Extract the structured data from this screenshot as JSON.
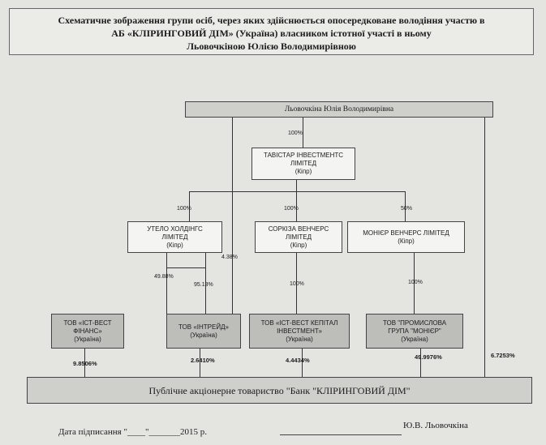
{
  "title": {
    "line1": "Схематичне зображення групи осіб, через яких здійснюється опосередковане володіння участю в",
    "line2": "АБ «КЛІРИНГОВИЙ ДІМ» (Україна)  власником  істотної участі в ньому",
    "line3": "Льовочкіною Юлією Володимирівною"
  },
  "owner": {
    "name": "Льовочкіна Юлія Володимирівна"
  },
  "tavistar": {
    "line1": "ТАВІСТАР ІНВЕСТМЕНТС",
    "line2": "ЛІМІТЕД",
    "country": "(Кіпр)"
  },
  "utelo": {
    "line1": "УТЕЛО ХОЛДІНГС",
    "line2": "ЛІМІТЕД",
    "country": "(Кіпр)"
  },
  "sorkiza": {
    "line1": "СОРКІЗА ВЕНЧЕРС",
    "line2": "ЛІМІТЕД",
    "country": "(Кіпр)"
  },
  "monier_ventures": {
    "line1": "МОНІЄР ВЕНЧЕРС ЛІМІТЕД",
    "country": "(Кіпр)"
  },
  "ist_finans": {
    "line1": "ТОВ «ІСТ-ВЕСТ",
    "line2": "ФІНАНС»",
    "country": "(Україна)"
  },
  "intreid": {
    "line1": "ТОВ «ІНТРЕЙД»",
    "country": "(Україна)"
  },
  "ist_capital": {
    "line1": "ТОВ «ІСТ-ВЕСТ КЕПІТАЛ",
    "line2": "ІНВЕСТМЕНТ»",
    "country": "(Україна)"
  },
  "prom_group": {
    "line1": "ТОВ \"ПРОМИСЛОВА",
    "line2": "ГРУПА \"МОНІЄР\"",
    "country": "(Україна)"
  },
  "bank": {
    "name": "Публічне акціонерне товариство  \"Банк \"КЛІРИНГОВИЙ ДІМ\""
  },
  "percents": {
    "owner_tavistar": "100%",
    "tavistar_utelo": "100%",
    "tavistar_sorkiza": "100%",
    "tavistar_monier": "50%",
    "owner_intreid": "4.38%",
    "utelo_ist_finans": "49.88%",
    "utelo_intreid": "95.13%",
    "sorkiza_capital": "100%",
    "monier_prom": "100%",
    "ist_finans_bank": "9.8506%",
    "intreid_bank": "2.6410%",
    "capital_bank": "4.4434%",
    "prom_bank": "49.9976%",
    "owner_bank": "6.7253%"
  },
  "footer": {
    "date_label": "Дата підписання  \"____\"_______2015 р.",
    "signature": "Ю.В. Льовочкіна"
  }
}
